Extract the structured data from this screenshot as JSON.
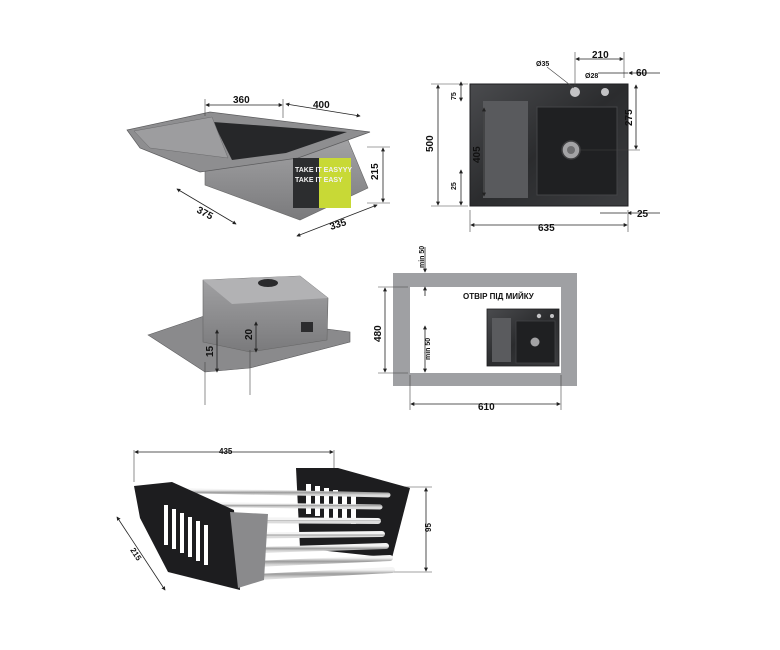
{
  "views": {
    "perspective": {
      "dims": {
        "length": "360",
        "width": "400",
        "height": "215",
        "depth": "375",
        "bowl": "335"
      },
      "label_lines": [
        "TAKE IT EASYYY",
        "TAKE IT EASY"
      ]
    },
    "top": {
      "dims": {
        "hole": "Ø35",
        "hole2": "Ø28",
        "spacing": "210",
        "edge_top_right": "60",
        "total_height": "500",
        "top_margin": "75",
        "inner_height": "405",
        "drain_offset": "275",
        "bottom_margin": "25",
        "right_margin": "25",
        "total_width": "635"
      }
    },
    "bottom": {
      "dims": {
        "flange": "15",
        "side": "20"
      }
    },
    "cutout": {
      "title": "ОТВІР ПІД МИЙКУ",
      "dims": {
        "min_top": "min 50",
        "min_left": "min 50",
        "height": "480",
        "width": "610"
      }
    },
    "basket": {
      "dims": {
        "length": "435",
        "width": "215",
        "height": "95"
      }
    }
  },
  "colors": {
    "sink_dark": "#2e2f31",
    "sink_gray": "#7d7d7f",
    "label_green": "#c8d936",
    "basket_black": "#1d1d1f"
  }
}
